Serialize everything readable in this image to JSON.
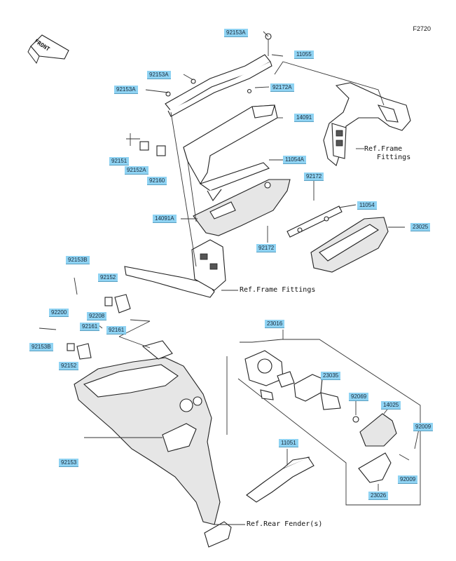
{
  "figure_code": "F2720",
  "front_label": "FRONT",
  "part_labels": {
    "p92153A_top": "92153A",
    "p11055": "11055",
    "p92153A_mid": "92153A",
    "p92153A_left": "92153A",
    "p92172A": "92172A",
    "p14091": "14091",
    "p92151": "92151",
    "p92152A": "92152A",
    "p92160": "92160",
    "p11054A": "11054A",
    "p92172_right": "92172",
    "p11054": "11054",
    "p14091A": "14091A",
    "p23025": "23025",
    "p92172_low": "92172",
    "p92153B_top": "92153B",
    "p92152_top": "92152",
    "p92200": "92200",
    "p92208": "92208",
    "p92161_a": "92161",
    "p92161_b": "92161",
    "p92153B_low": "92153B",
    "p92152_low": "92152",
    "p92153": "92153",
    "p23016": "23016",
    "p23035": "23035",
    "p92069": "92069",
    "p14025": "14025",
    "p92009_a": "92009",
    "p92009_b": "92009",
    "p11051": "11051",
    "p23026": "23026"
  },
  "references": {
    "frame_fittings_right": "Ref.Frame\n   Fittings",
    "frame_fittings_mid": "Ref.Frame Fittings",
    "rear_fender": "Ref.Rear Fender(s)"
  }
}
